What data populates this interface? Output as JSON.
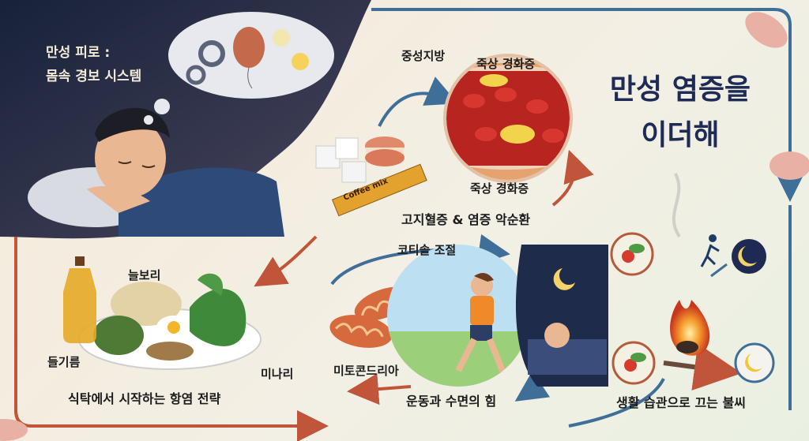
{
  "header": {
    "title_line1": "만성 피로 :",
    "title_line2": "몸속 경보 시스템"
  },
  "headline": {
    "line1": "만성 염증을",
    "line2": "이더해"
  },
  "artery": {
    "label_triglyceride": "중성지방",
    "label_plaque_top": "죽상 경화증",
    "label_plaque_bottom": "죽상 경화증",
    "caption": "고지혈증 & 염증 악순환",
    "coffee_label": "Coffee mix"
  },
  "diet": {
    "label_barley": "늘보리",
    "label_perilla": "들기름",
    "label_minari": "미나리",
    "caption": "식탁에서 시작하는 항염 전략"
  },
  "exercise": {
    "label_cortisol": "코티솔 조절",
    "label_mito": "미토콘드리아",
    "caption": "운동과 수면의 힘"
  },
  "lifestyle": {
    "caption": "생활 습관으로 끄는 불씨"
  },
  "colors": {
    "night": "#1e2a44",
    "arrow_blue": "#3f6f98",
    "arrow_red": "#c0553a",
    "headline": "#1d2b55"
  }
}
